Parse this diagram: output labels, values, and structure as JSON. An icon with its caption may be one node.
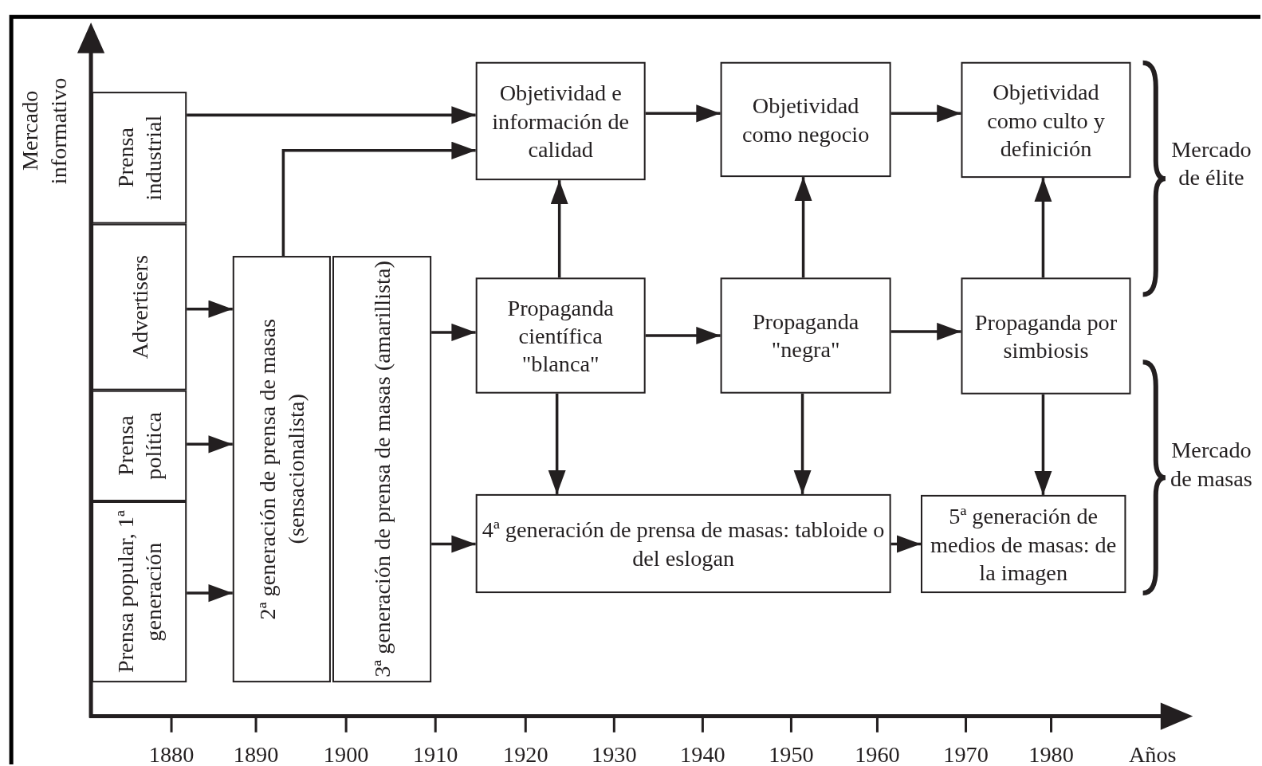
{
  "diagram": {
    "nodes": [
      {
        "text": [
          "Prensa industrial"
        ]
      },
      {
        "text": [
          "Advertisers"
        ]
      },
      {
        "text": [
          "Prensa política"
        ]
      },
      {
        "text": [
          "Prensa popular, 1ª generación"
        ]
      },
      {
        "text": [
          "2ª generación de prensa de masas (sensacionalista)"
        ]
      },
      {
        "text": [
          "3ª generación de prensa de masas (amarillista)"
        ]
      },
      {
        "text": [
          "Objetividad e información de calidad"
        ]
      },
      {
        "text": [
          "Objetividad como negocio"
        ]
      },
      {
        "text": [
          "Objetividad como culto y definición"
        ]
      },
      {
        "text": [
          "Propaganda científica \"blanca\""
        ]
      },
      {
        "text": [
          "Propaganda \"negra\""
        ]
      },
      {
        "text": [
          "Propaganda por simbiosis"
        ]
      },
      {
        "text": [
          "4ª generación de prensa de masas: tabloide o del eslogan"
        ]
      },
      {
        "text": [
          "5ª generación de medios de masas: de la imagen"
        ]
      }
    ],
    "edges": [
      {
        "from": 0,
        "to": 6,
        "arrow": "to"
      },
      {
        "from": 4,
        "to": 6,
        "arrow": "to"
      },
      {
        "from": 6,
        "to": 7,
        "arrow": "to"
      },
      {
        "from": 7,
        "to": 8,
        "arrow": "to"
      },
      {
        "from": 1,
        "to": 4,
        "arrow": "to"
      },
      {
        "from": 2,
        "to": 4,
        "arrow": "to"
      },
      {
        "from": 3,
        "to": 4,
        "arrow": "to"
      },
      {
        "from": 5,
        "to": 9,
        "arrow": "to"
      },
      {
        "from": 5,
        "to": 12,
        "arrow": "to"
      },
      {
        "from": 9,
        "to": 6,
        "arrow": "to"
      },
      {
        "from": 10,
        "to": 7,
        "arrow": "to"
      },
      {
        "from": 11,
        "to": 8,
        "arrow": "to"
      },
      {
        "from": 9,
        "to": 10,
        "arrow": "to"
      },
      {
        "from": 10,
        "to": 11,
        "arrow": "to"
      },
      {
        "from": 9,
        "to": 12,
        "arrow": "to"
      },
      {
        "from": 10,
        "to": 12,
        "arrow": "to"
      },
      {
        "from": 11,
        "to": 13,
        "arrow": "to"
      },
      {
        "from": 12,
        "to": 13,
        "arrow": "to"
      }
    ],
    "labels": [
      "Mercado informativo",
      "Mercado de élite",
      "Mercado de masas",
      "1880",
      "1890",
      "1900",
      "1910",
      "1920",
      "1930",
      "1940",
      "1950",
      "1960",
      "1970",
      "1980",
      "Años"
    ]
  }
}
